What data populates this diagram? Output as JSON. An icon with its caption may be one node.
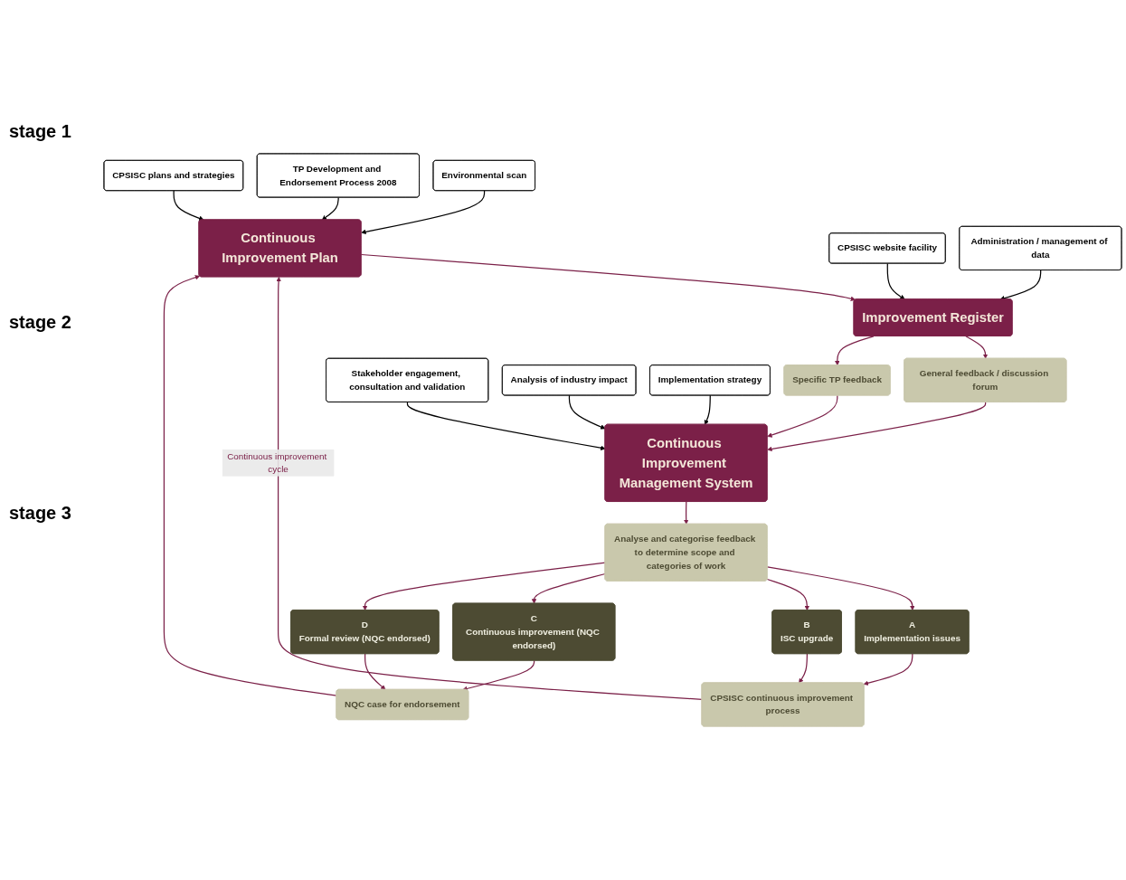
{
  "diagram": {
    "nodes": [
      {
        "text": [
          "Continuous Improvement Plan"
        ]
      },
      {
        "text": [
          "Improvement Register"
        ]
      },
      {
        "text": [
          "General feedback / discussion forum"
        ]
      },
      {
        "text": [
          "Specific TP feedback"
        ]
      },
      {
        "text": [
          "Continuous Improvement Management System"
        ]
      },
      {
        "text": [
          "Analyse and categorise feedback to determine scope and categories of work"
        ]
      },
      {
        "text": [
          "A",
          "Implementation issues"
        ]
      },
      {
        "text": [
          "B",
          "ISC upgrade"
        ]
      },
      {
        "text": [
          "C",
          "Continuous improvement (NQC endorsed)"
        ]
      },
      {
        "text": [
          "D",
          "Formal review (NQC endorsed)"
        ]
      },
      {
        "text": [
          "CPSISC continuous improvement process"
        ]
      },
      {
        "text": [
          "NQC case for endorsement"
        ]
      },
      {
        "text": [
          "Environmental scan"
        ]
      },
      {
        "text": [
          "TP Development and Endorsement Process 2008"
        ]
      },
      {
        "text": [
          "CPSISC plans and strategies"
        ]
      },
      {
        "text": [
          "CPSISC website facility"
        ]
      },
      {
        "text": [
          "Administration / management of data"
        ]
      },
      {
        "text": [
          "Stakeholder engagement, consultation and validation"
        ]
      },
      {
        "text": [
          "Analysis of industry impact"
        ]
      },
      {
        "text": [
          "Implementation strategy"
        ]
      }
    ],
    "edges": [
      {
        "from": 0,
        "to": 1,
        "arrow": "to"
      },
      {
        "from": 1,
        "to": 2,
        "arrow": "to"
      },
      {
        "from": 1,
        "to": 3,
        "arrow": "to"
      },
      {
        "from": 2,
        "to": 4,
        "arrow": "to"
      },
      {
        "from": 3,
        "to": 4,
        "arrow": "to"
      },
      {
        "from": 4,
        "to": 5,
        "arrow": "to"
      },
      {
        "from": 5,
        "to": 6,
        "arrow": "to"
      },
      {
        "from": 5,
        "to": 7,
        "arrow": "to"
      },
      {
        "from": 5,
        "to": 8,
        "arrow": "to"
      },
      {
        "from": 5,
        "to": 9,
        "arrow": "to"
      },
      {
        "from": 6,
        "to": 10,
        "arrow": "to"
      },
      {
        "from": 7,
        "to": 10,
        "arrow": "to"
      },
      {
        "from": 8,
        "to": 11,
        "arrow": "to"
      },
      {
        "from": 9,
        "to": 11,
        "arrow": "to"
      },
      {
        "from": 10,
        "to": 0,
        "arrow": "to",
        "label": "Continuous improvement cycle"
      },
      {
        "from": 11,
        "to": 0,
        "arrow": "to"
      },
      {
        "from": 12,
        "to": 0,
        "arrow": "to",
        "color": "#000000"
      },
      {
        "from": 13,
        "to": 0,
        "arrow": "to",
        "color": "#000000"
      },
      {
        "from": 14,
        "to": 0,
        "arrow": "to",
        "color": "#000000"
      },
      {
        "from": 15,
        "to": 1,
        "arrow": "to",
        "color": "#000000"
      },
      {
        "from": 16,
        "to": 1,
        "arrow": "to",
        "color": "#000000"
      },
      {
        "from": 17,
        "to": 4,
        "arrow": "to",
        "color": "#000000"
      },
      {
        "from": 18,
        "to": 4,
        "arrow": "to",
        "color": "#000000"
      },
      {
        "from": 19,
        "to": 4,
        "arrow": "to",
        "color": "#000000"
      }
    ],
    "labels": [
      "stage 1",
      "stage 2",
      "stage 3"
    ]
  }
}
